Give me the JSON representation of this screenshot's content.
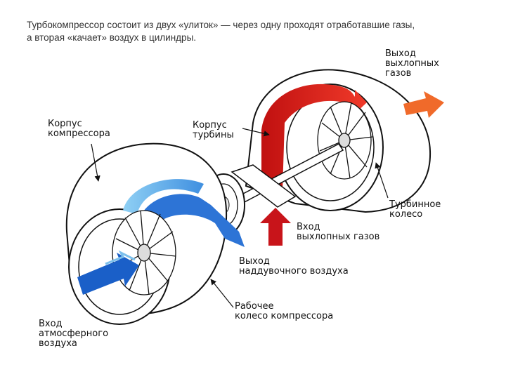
{
  "caption": {
    "line1": "Турбокомпрессор состоит из двух «улиток» — через одну проходят отработавшие газы,",
    "line2": "а вторая «качает» воздух в цилиндры."
  },
  "labels": {
    "exhaust_out": [
      "Выход",
      "выхлопных",
      "газов"
    ],
    "compressor_housing": [
      "Корпус",
      "компрессора"
    ],
    "turbine_housing": [
      "Корпус",
      "турбины"
    ],
    "turbine_wheel": [
      "Турбинное",
      "колесо"
    ],
    "exhaust_in": [
      "Вход",
      "выхлопных газов"
    ],
    "boost_out": [
      "Выход",
      "наддувочного воздуха"
    ],
    "compressor_wheel": [
      "Рабочее",
      "колесо компрессора"
    ],
    "air_in": [
      "Вход",
      "атмосферного",
      "воздуха"
    ]
  },
  "colors": {
    "hot_gas": "#d81e1e",
    "hot_gas_light": "#f07a3c",
    "air_cold": "#1a5fc8",
    "air_light": "#7cc0ec",
    "outline": "#111111"
  }
}
